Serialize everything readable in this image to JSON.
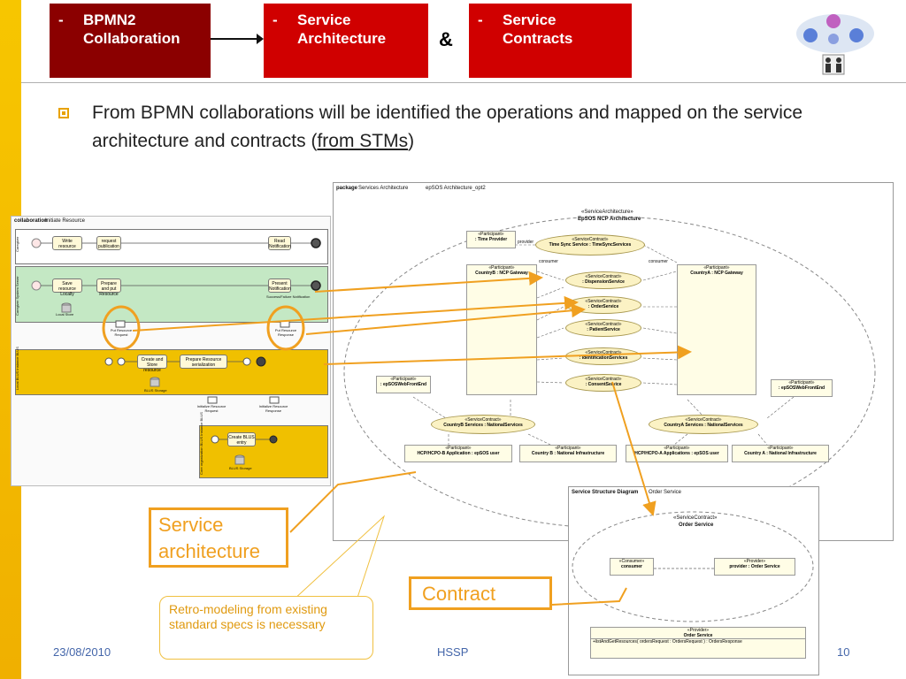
{
  "header": {
    "box1": {
      "dash": "-",
      "title": "BPMN2 Collaboration"
    },
    "box2": {
      "dash": "-",
      "title": "Service Architecture"
    },
    "box3": {
      "dash": "-",
      "title": "Service Contracts"
    },
    "ampersand": "&"
  },
  "bullet": {
    "text_before": "From BPMN collaborations will be identified the operations and mapped on the service architecture  and contracts (",
    "link_text": "from STMs",
    "text_after": ")"
  },
  "bpmn": {
    "tab_label": "collaboration",
    "tab_name": "Initiate Resource",
    "lanes": [
      "Caregiver",
      "Caregiver System Server",
      "Local BLUS Instance BLUS",
      "Core organization BLUS Instance BLUS"
    ],
    "tasks": [
      "Write resource",
      "request publication",
      "Read Notification",
      "Save resource Locally",
      "Prepare and put Resource",
      "Present Notification",
      "Create and Store resource",
      "Prepare Resource serialization",
      "Create BLUS entry"
    ],
    "labels": {
      "local_store": "Local Store",
      "put_request": "Put Resource Request",
      "put_response": "Put Resource Response",
      "blus_storage": "BLUS Storage",
      "init_request": "Initialize Resource Request",
      "init_response": "Initialize Resource Response",
      "blus_storage2": "BLUS Storage",
      "success_fail": "Success/Failure Notification"
    }
  },
  "arch": {
    "package_label": "package",
    "package_name": "Services Architecture",
    "package_tab": "epSOS Architecture_opt2",
    "stereotype": "«ServiceArchitecture»",
    "title": "EpSOS NCP Architecture",
    "time_provider": {
      "stereo": "«Participant»",
      "name": ": Time Provider"
    },
    "ncp_b": {
      "stereo": "«Participant»",
      "name": "CountryB : NCP Gateway"
    },
    "ncp_a": {
      "stereo": "«Participant»",
      "name": "CountryA : NCP Gateway"
    },
    "web_left": {
      "stereo": "«Participant»",
      "name": ": epSOSWebFrontEnd"
    },
    "web_right": {
      "stereo": "«Participant»",
      "name": ": epSOSWebFrontEnd"
    },
    "time_sync": {
      "stereo": "«ServiceContract»",
      "name": "Time Sync Service : TimeSyncServices"
    },
    "contracts": [
      {
        "stereo": "«ServiceContract»",
        "name": ": DispensionService"
      },
      {
        "stereo": "«ServiceContract»",
        "name": ": OrderService"
      },
      {
        "stereo": "«ServiceContract»",
        "name": ": PatientService"
      },
      {
        "stereo": "«ServiceContract»",
        "name": ": IdentificationServices"
      },
      {
        "stereo": "«ServiceContract»",
        "name": ": ConsentService"
      }
    ],
    "nat_b": {
      "stereo": "«ServiceContract»",
      "name": "CountryB Services : NationalServices"
    },
    "nat_a": {
      "stereo": "«ServiceContract»",
      "name": "CountryA Services : NationalServices"
    },
    "bottom_parts": [
      {
        "stereo": "«Participant»",
        "name": "HCP/HCPO-B Application : epSOS user"
      },
      {
        "stereo": "«Participant»",
        "name": "Country B : National Infrastructure"
      },
      {
        "stereo": "«Participant»",
        "name": "HCP/HCPO-A Applications : epSOS user"
      },
      {
        "stereo": "«Participant»",
        "name": "Country A : National Infrastructure"
      }
    ],
    "consumer": "consumer",
    "provider": "provider"
  },
  "ssd": {
    "tab_label": "Service Structure Diagram",
    "tab_name": "Order Service",
    "stereo": "«ServiceContract»",
    "title": "Order Service",
    "consumer_stereo": "«Consumer»",
    "consumer_name": "consumer",
    "provider_stereo": "«Provider»",
    "provider_name": "provider : Order Service",
    "iface_stereo": "«Provider»",
    "iface_name": "Order Service",
    "operation": "+listAndGetResources( ordersRequest : OrdersRequest ) : OrdersResponse"
  },
  "callouts": {
    "service_arch": "Service architecture",
    "contract": "Contract",
    "note": "Retro-modeling from existing standard specs is necessary"
  },
  "footer": {
    "date": "23/08/2010",
    "center": "HSSP",
    "page": "10"
  },
  "colors": {
    "dark_red": "#8b0000",
    "red": "#cc0000",
    "accent_orange": "#f0a020",
    "left_bar": "#f5c400"
  }
}
